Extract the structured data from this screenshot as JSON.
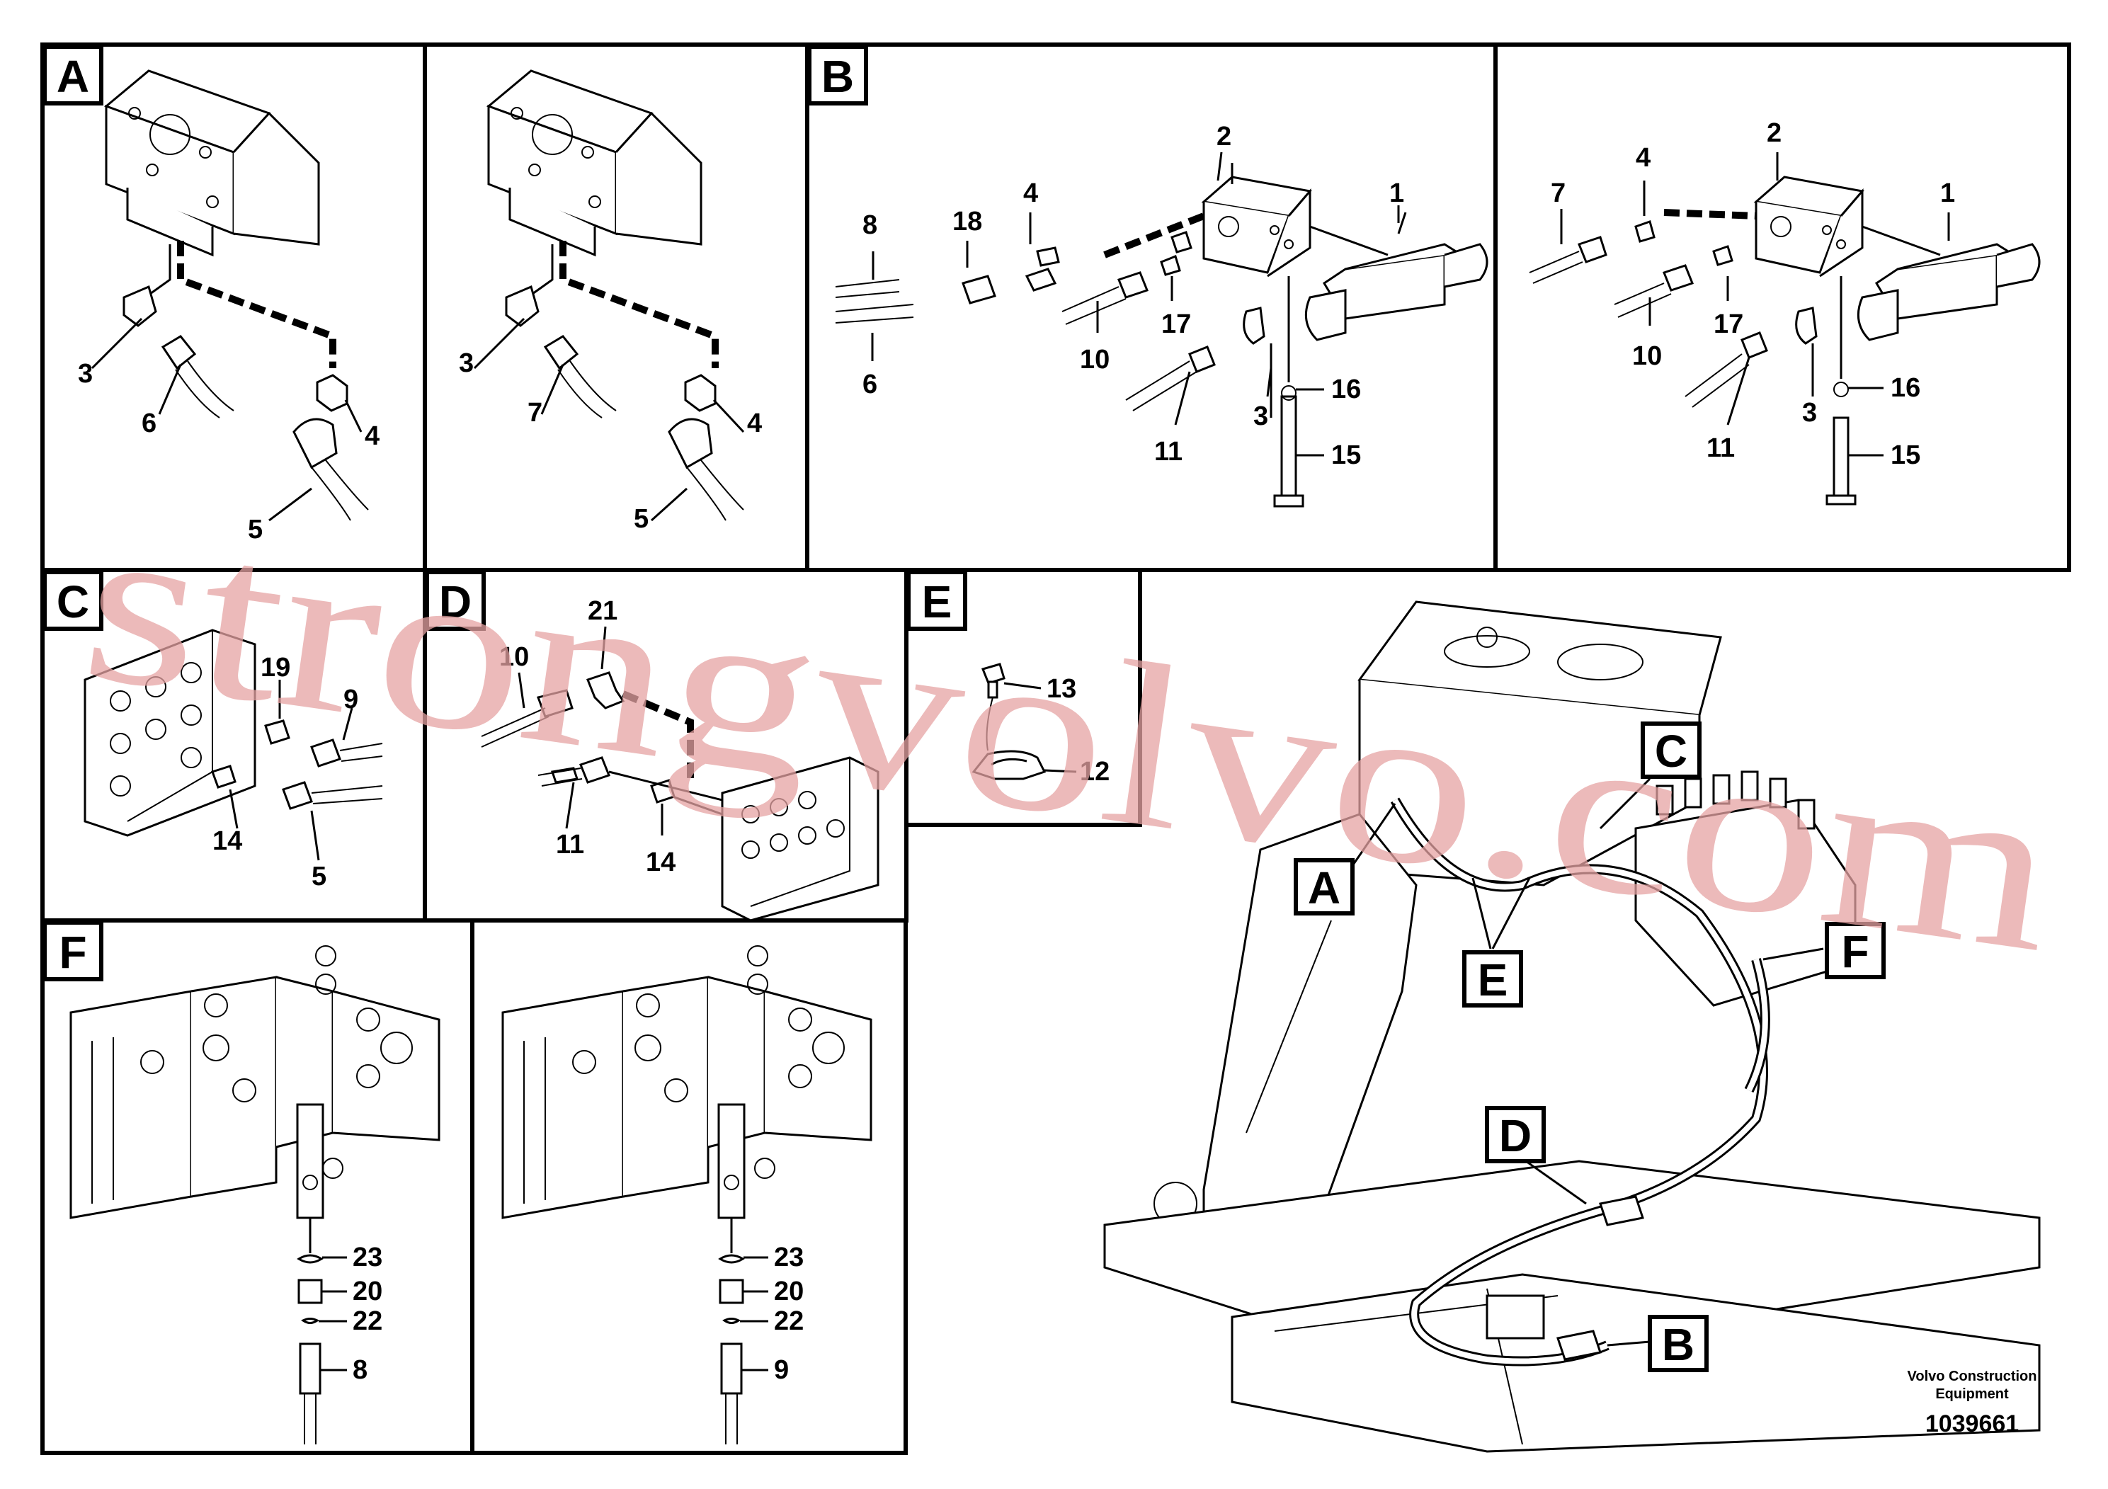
{
  "panels": {
    "A": "A",
    "B": "B",
    "C": "C",
    "D": "D",
    "E": "E",
    "F": "F"
  },
  "callouts": {
    "a1": [
      "3",
      "6",
      "4",
      "5"
    ],
    "a2": [
      "3",
      "7",
      "4",
      "5"
    ],
    "b1": [
      "8",
      "18",
      "4",
      "2",
      "1",
      "6",
      "10",
      "17",
      "11",
      "3",
      "16",
      "15"
    ],
    "b2": [
      "7",
      "4",
      "2",
      "1",
      "10",
      "17",
      "11",
      "3",
      "16",
      "15"
    ],
    "c": [
      "19",
      "9",
      "14",
      "5"
    ],
    "d": [
      "21",
      "10",
      "11",
      "14"
    ],
    "e": [
      "13",
      "12"
    ],
    "f1": [
      "23",
      "20",
      "22",
      "8"
    ],
    "f2": [
      "23",
      "20",
      "22",
      "9"
    ]
  },
  "overview_tags": [
    "A",
    "C",
    "E",
    "F",
    "D",
    "B"
  ],
  "footer": {
    "maker_line1": "Volvo Construction",
    "maker_line2": "Equipment",
    "doc_number": "1039661"
  },
  "watermark": "strongvolvo.com"
}
